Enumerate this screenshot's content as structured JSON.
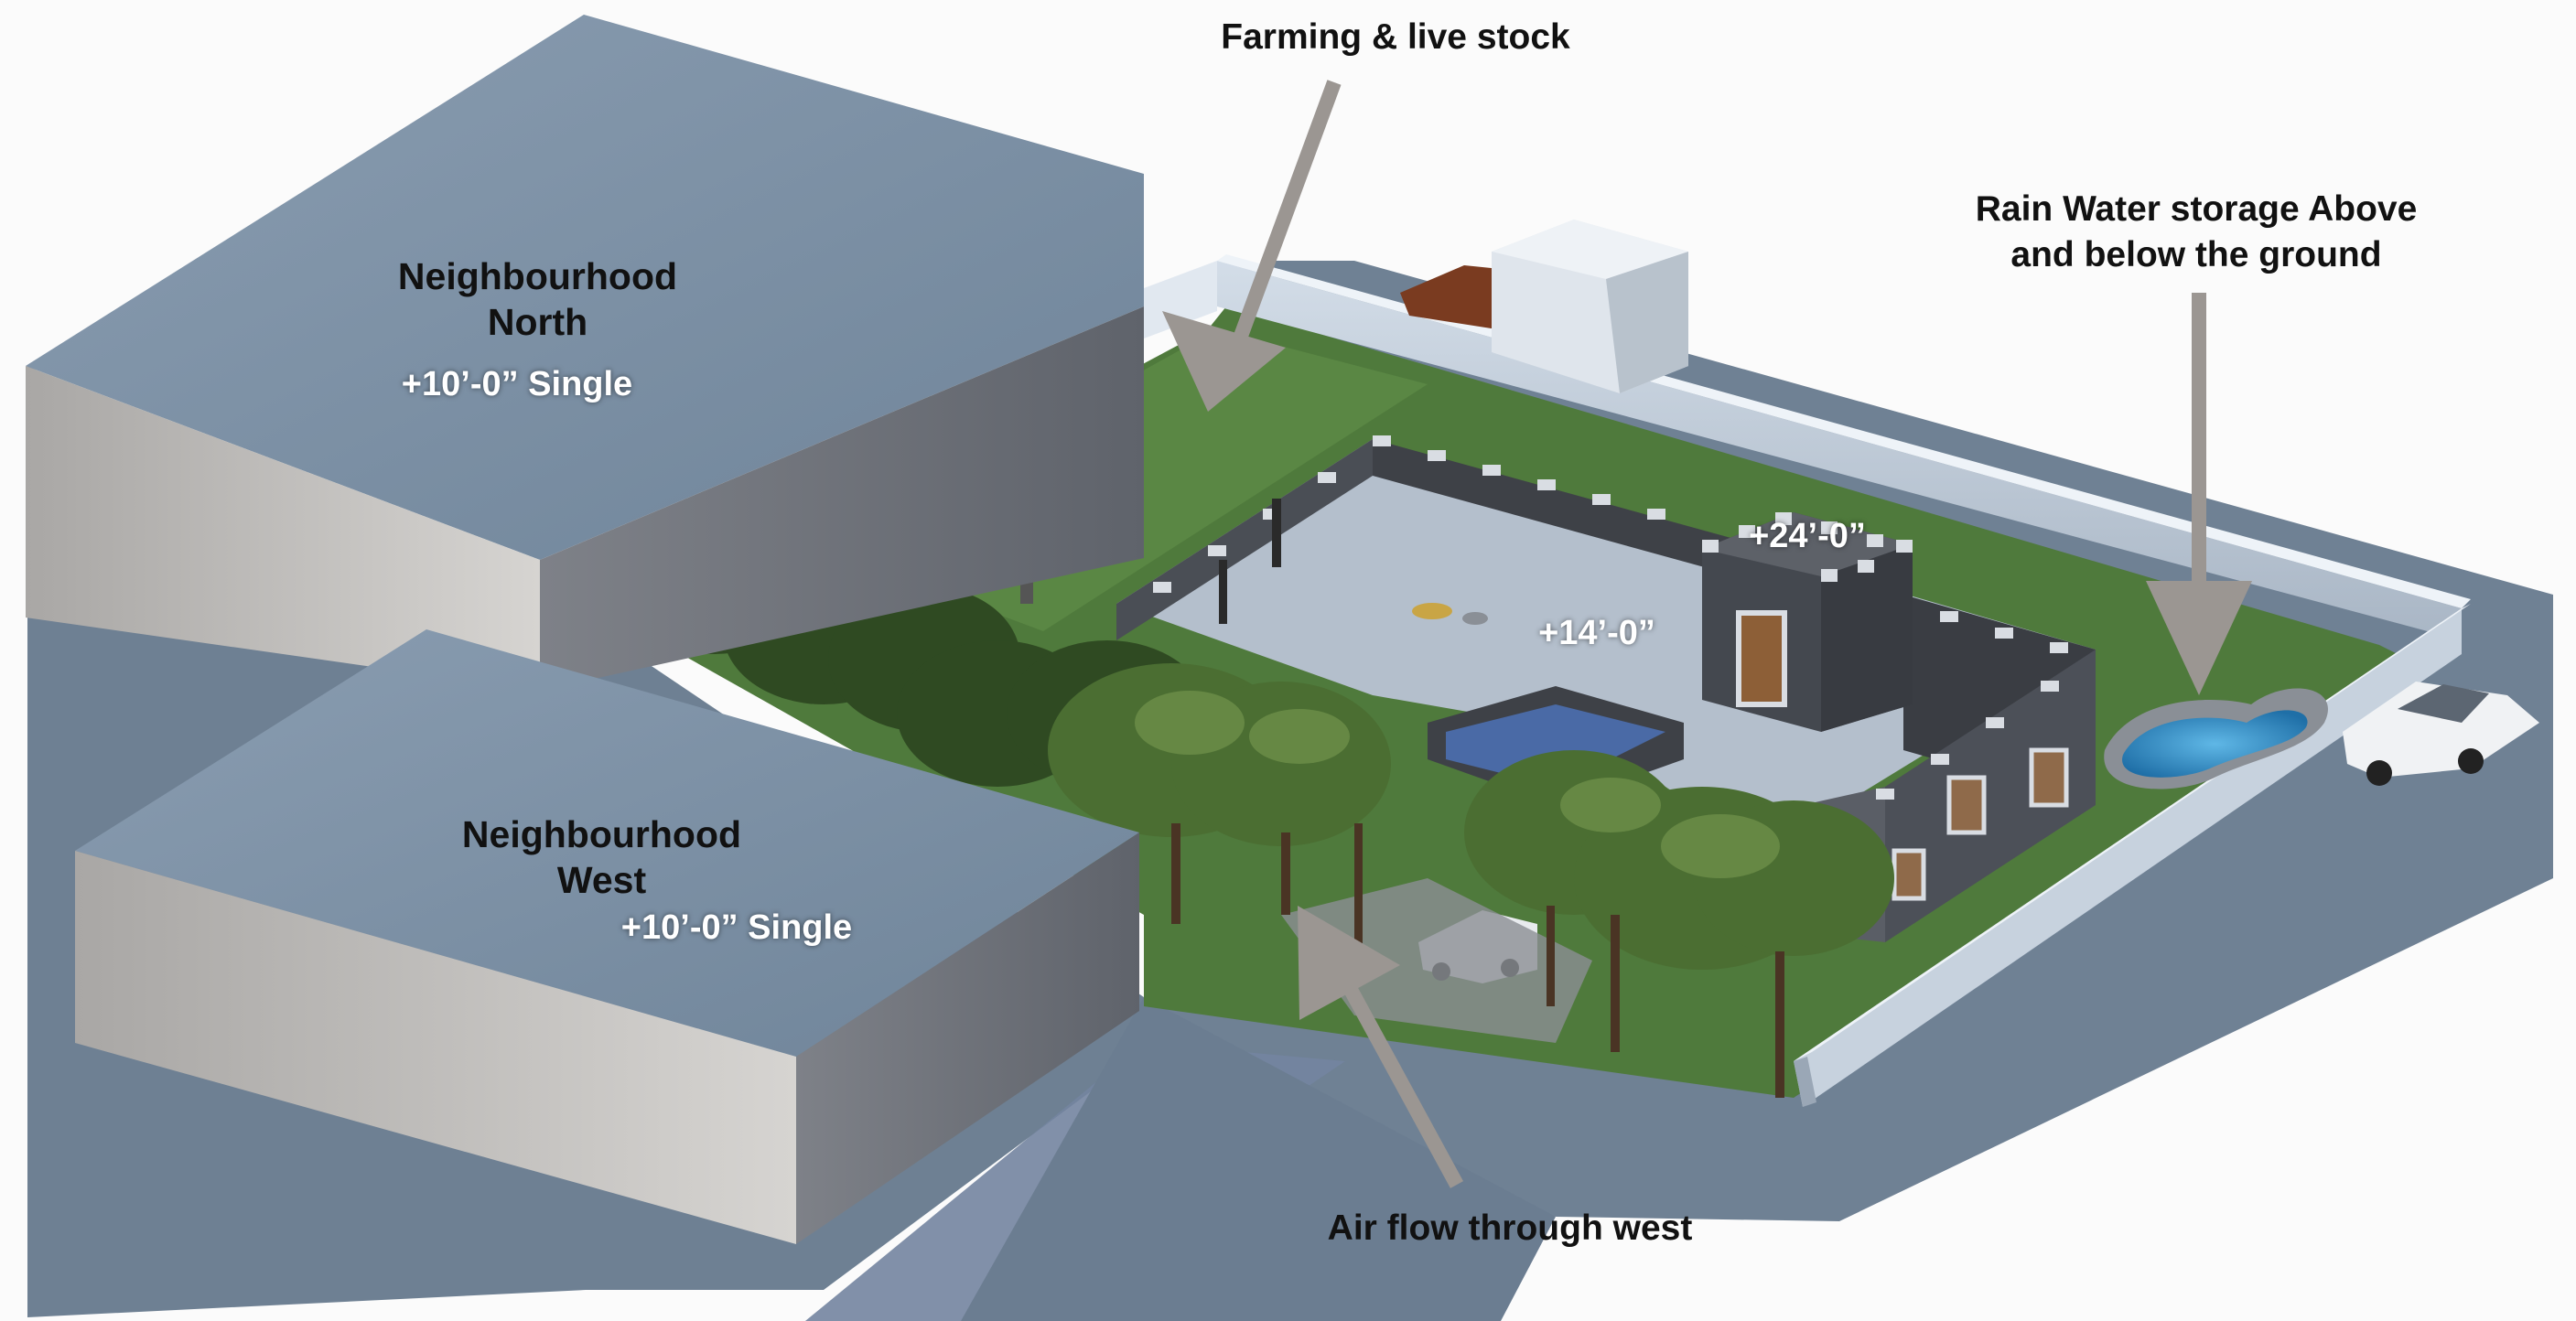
{
  "colors": {
    "background": "#fbfbfb",
    "building_top": "#7e93a8",
    "building_side_light": "#c5c3c0",
    "building_side_dark": "#8d9097",
    "road": "#6f8194",
    "grass": "#4f7a3c",
    "courtyard": "#b4bfcc",
    "stone_wall": "#3e4147",
    "perimeter_wall": "#b9c5d3",
    "water": "#2e8cc4",
    "tree": "#3f5f2a",
    "arrow": "#9b9692"
  },
  "neighbourhood_north": {
    "name_line1": "Neighbourhood",
    "name_line2": "North",
    "height": "+10’-0” Single"
  },
  "neighbourhood_west": {
    "name_line1": "Neighbourhood",
    "name_line2": "West",
    "height": "+10’-0” Single"
  },
  "annotations": {
    "farming": "Farming & live stock",
    "rain_line1": "Rain Water storage Above",
    "rain_line2": "and below the ground",
    "airflow": "Air flow through west"
  },
  "levels": {
    "courtyard": "+14’-0”",
    "tower": "+24’-0”"
  }
}
